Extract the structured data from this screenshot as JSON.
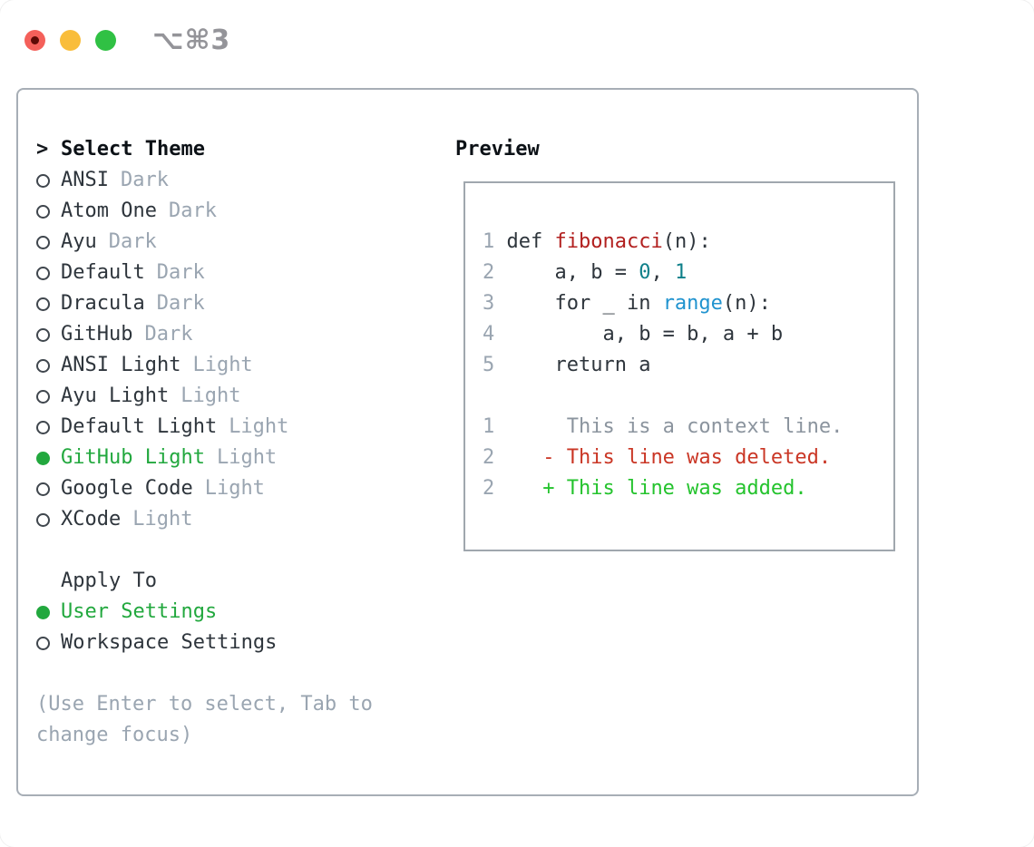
{
  "titlebar": {
    "title": "⌥⌘3"
  },
  "theme_selector": {
    "title": "Select Theme",
    "prompt": ">",
    "items": [
      {
        "name": "ANSI",
        "variant": "Dark",
        "selected": false
      },
      {
        "name": "Atom One",
        "variant": "Dark",
        "selected": false
      },
      {
        "name": "Ayu",
        "variant": "Dark",
        "selected": false
      },
      {
        "name": "Default",
        "variant": "Dark",
        "selected": false
      },
      {
        "name": "Dracula",
        "variant": "Dark",
        "selected": false
      },
      {
        "name": "GitHub",
        "variant": "Dark",
        "selected": false
      },
      {
        "name": "ANSI Light",
        "variant": "Light",
        "selected": false
      },
      {
        "name": "Ayu Light",
        "variant": "Light",
        "selected": false
      },
      {
        "name": "Default Light",
        "variant": "Light",
        "selected": false
      },
      {
        "name": "GitHub Light",
        "variant": "Light",
        "selected": true
      },
      {
        "name": "Google Code",
        "variant": "Light",
        "selected": false
      },
      {
        "name": "XCode",
        "variant": "Light",
        "selected": false
      }
    ]
  },
  "apply_to": {
    "title": "Apply To",
    "options": [
      {
        "label": "User Settings",
        "selected": true
      },
      {
        "label": "Workspace Settings",
        "selected": false
      }
    ]
  },
  "help_text": "(Use Enter to select, Tab to change focus)",
  "preview": {
    "title": "Preview",
    "lines": [
      [
        {
          "t": "1",
          "c": "num"
        },
        {
          "t": " def ",
          "c": "code"
        },
        {
          "t": "fibonacci",
          "c": "fn"
        },
        {
          "t": "(n):",
          "c": "code"
        }
      ],
      [
        {
          "t": "2",
          "c": "num"
        },
        {
          "t": "     a, b = ",
          "c": "code"
        },
        {
          "t": "0",
          "c": "lit"
        },
        {
          "t": ", ",
          "c": "code"
        },
        {
          "t": "1",
          "c": "lit"
        }
      ],
      [
        {
          "t": "3",
          "c": "num"
        },
        {
          "t": "     for _ in ",
          "c": "code"
        },
        {
          "t": "range",
          "c": "builtin"
        },
        {
          "t": "(n):",
          "c": "code"
        }
      ],
      [
        {
          "t": "4",
          "c": "num"
        },
        {
          "t": "         a, b = b, a + b",
          "c": "code"
        }
      ],
      [
        {
          "t": "5",
          "c": "num"
        },
        {
          "t": "     return a",
          "c": "code"
        }
      ],
      [],
      [
        {
          "t": "1",
          "c": "num"
        },
        {
          "t": "      This is a context line.",
          "c": "ctx"
        }
      ],
      [
        {
          "t": "2",
          "c": "num"
        },
        {
          "t": "    ",
          "c": "code"
        },
        {
          "t": "- This line was deleted.",
          "c": "del"
        }
      ],
      [
        {
          "t": "2",
          "c": "num"
        },
        {
          "t": "    ",
          "c": "code"
        },
        {
          "t": "+ This line was added.",
          "c": "add"
        }
      ]
    ]
  },
  "colors": {
    "accent_green": "#22a83e",
    "text": "#2e353c",
    "muted": "#9aa5b1",
    "context_gray": "#8b949e",
    "function_red": "#b2201f",
    "number_teal": "#0f808a",
    "builtin_blue": "#2093cf",
    "diff_red": "#ca3625",
    "diff_green": "#24c32d",
    "traffic_red": "#f4605a",
    "traffic_yellow": "#f9bd3b",
    "traffic_green": "#30c144"
  }
}
